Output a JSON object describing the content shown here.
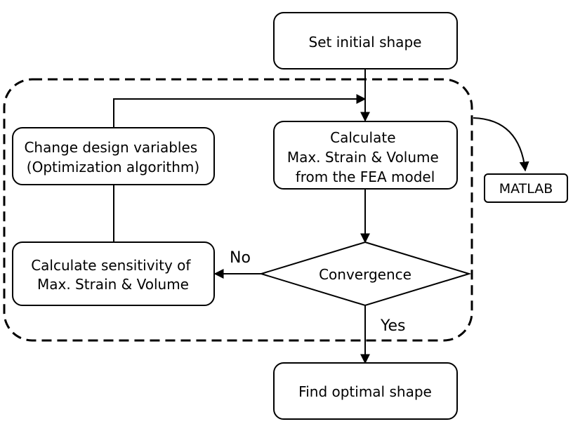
{
  "nodes": {
    "start": {
      "text": "Set initial shape"
    },
    "calculate": {
      "lines": [
        "Calculate",
        "Max. Strain & Volume",
        "from the FEA model"
      ]
    },
    "change": {
      "lines": [
        "Change design variables",
        "(Optimization algorithm)"
      ]
    },
    "sensitivity": {
      "lines": [
        "Calculate sensitivity of",
        "Max. Strain & Volume"
      ]
    },
    "convergence": {
      "text": "Convergence"
    },
    "end": {
      "text": "Find optimal shape"
    },
    "matlab": {
      "text": "MATLAB"
    }
  },
  "edge_labels": {
    "no": "No",
    "yes": "Yes"
  }
}
